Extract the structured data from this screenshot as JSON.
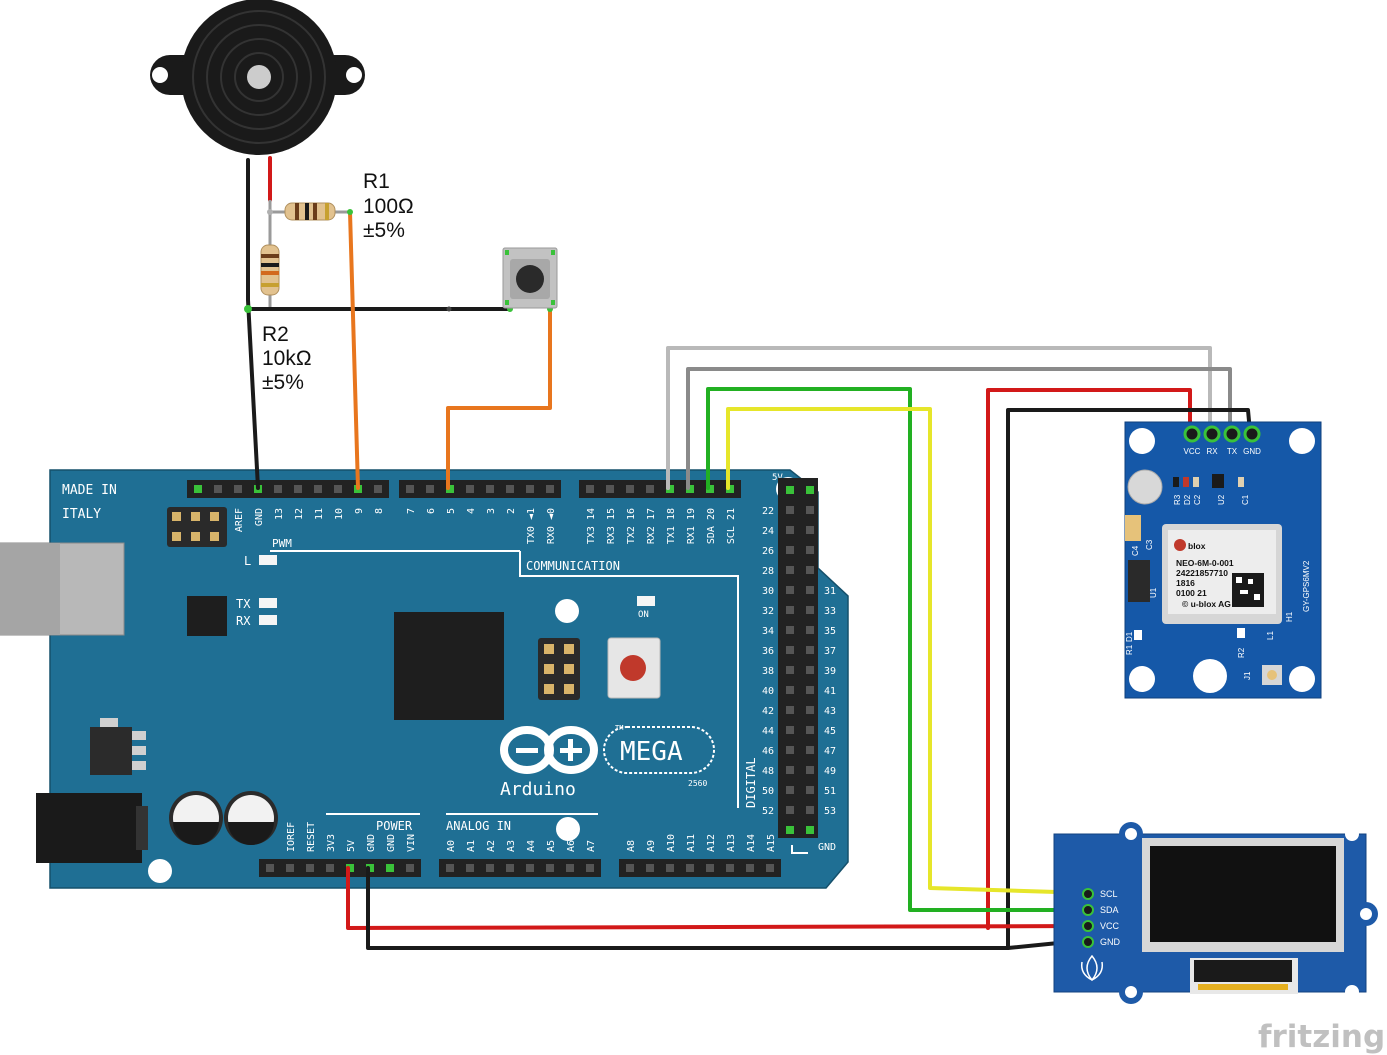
{
  "diagram": {
    "resistor_r1": {
      "name": "R1",
      "value": "100Ω",
      "tolerance": "±5%"
    },
    "resistor_r2": {
      "name": "R2",
      "value": "10kΩ",
      "tolerance": "±5%"
    },
    "arduino": {
      "made_in": "MADE IN",
      "country": "ITALY",
      "pwm_label": "PWM",
      "communication_label": "COMMUNICATION",
      "power_label": "POWER",
      "analog_in_label": "ANALOG IN",
      "digital_label": "DIGITAL",
      "brand": "Arduino",
      "model": "MEGA",
      "model_number": "2560",
      "tm": "TM",
      "led_l": "L",
      "led_tx": "TX",
      "led_rx": "RX",
      "led_on": "ON",
      "top_5v": "5V",
      "bottom_gnd": "GND",
      "top_pins_a": [
        "AREF",
        "GND",
        "13",
        "12",
        "11",
        "10",
        "9",
        "8"
      ],
      "top_pins_b": [
        "7",
        "6",
        "5",
        "4",
        "3",
        "2",
        "TX0 ◄1",
        "RX0 ◄0"
      ],
      "top_pins_c": [
        "TX3 14",
        "RX3 15",
        "TX2 16",
        "RX2 17",
        "TX1 18",
        "RX1 19",
        "SDA 20",
        "SCL 21"
      ],
      "power_pins": [
        "IOREF",
        "RESET",
        "3V3",
        "5V",
        "GND",
        "GND",
        "VIN"
      ],
      "analog_pins_a": [
        "A0",
        "A1",
        "A2",
        "A3",
        "A4",
        "A5",
        "A6",
        "A7"
      ],
      "analog_pins_b": [
        "A8",
        "A9",
        "A10",
        "A11",
        "A12",
        "A13",
        "A14",
        "A15"
      ],
      "digital_left": [
        "22",
        "24",
        "26",
        "28",
        "30",
        "32",
        "34",
        "36",
        "38",
        "40",
        "42",
        "44",
        "46",
        "48",
        "50",
        "52"
      ],
      "digital_right": [
        "31",
        "33",
        "35",
        "37",
        "39",
        "41",
        "43",
        "45",
        "47",
        "49",
        "51",
        "53"
      ]
    },
    "gps": {
      "pins": [
        "VCC",
        "RX",
        "TX",
        "GND"
      ],
      "model": "GY-GPS6MV2",
      "chip_brand": "blox",
      "chip_lines": [
        "NEO-6M-0-001",
        "24221857710",
        "1816",
        "0100 21"
      ],
      "chip_footer": "© u-blox AG",
      "parts": [
        "R3",
        "D2",
        "C2",
        "U2",
        "C1",
        "C3",
        "C4",
        "U1",
        "R1",
        "D1",
        "R2",
        "L1",
        "J1",
        "H1"
      ]
    },
    "oled": {
      "pins": [
        "SCL",
        "SDA",
        "VCC",
        "GND"
      ]
    },
    "watermark": "fritzing",
    "colors": {
      "board_blue": "#1f6f94",
      "gps_blue": "#1558a8",
      "oled_blue": "#1e5aa8",
      "wire_red": "#d21919",
      "wire_black": "#1a1a1a",
      "wire_green": "#22b022",
      "wire_yellow": "#e6e62a",
      "wire_orange": "#e8761e",
      "wire_white": "#d8d8d8",
      "wire_gray": "#8a8a8a"
    }
  }
}
